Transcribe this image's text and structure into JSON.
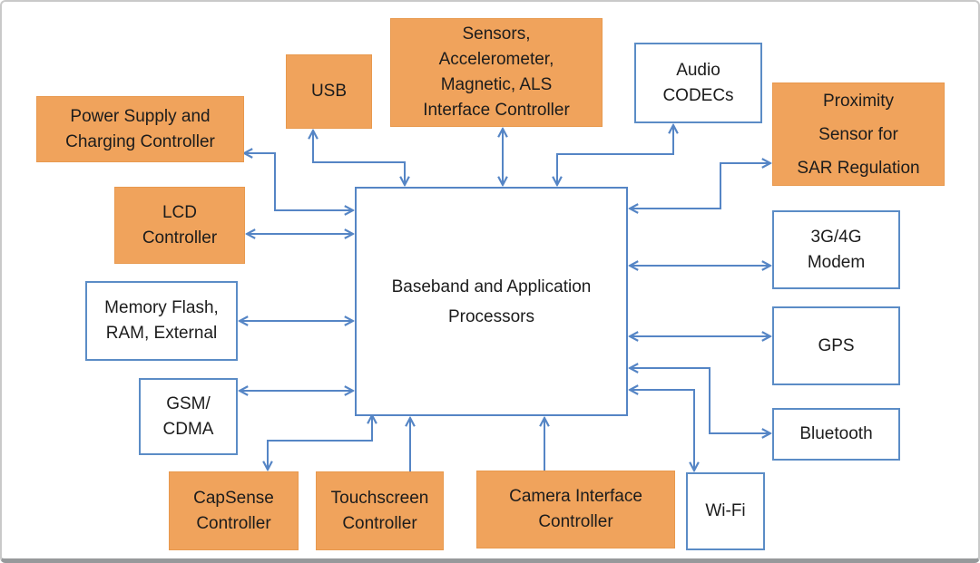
{
  "diagram": {
    "type": "block-diagram",
    "subject": "smartphone baseband and application processor system",
    "colors": {
      "block_fill_orange": "#F0A35C",
      "connector_blue": "#5585C5",
      "outline_box_border_blue": "#5B8CC6",
      "text": "#1C1C1C",
      "frame_gray": "#C9C9C9",
      "frame_bottom_gray": "#97999B"
    },
    "central_block": {
      "id": "baseband",
      "label_lines": [
        "Baseband and Application",
        "Processors"
      ]
    },
    "blocks": [
      {
        "id": "power-supply",
        "style": "orange",
        "label_lines": [
          "Power Supply and",
          "Charging Controller"
        ]
      },
      {
        "id": "lcd",
        "style": "orange",
        "label_lines": [
          "LCD",
          "Controller"
        ]
      },
      {
        "id": "memory",
        "style": "outline",
        "label_lines": [
          "Memory Flash,",
          "RAM, External"
        ]
      },
      {
        "id": "gsm-cdma",
        "style": "outline",
        "label_lines": [
          "GSM/",
          "CDMA"
        ]
      },
      {
        "id": "usb",
        "style": "orange",
        "label_lines": [
          "USB"
        ]
      },
      {
        "id": "sensors",
        "style": "orange",
        "label_lines": [
          "Sensors,",
          "Accelerometer,",
          "Magnetic, ALS",
          "Interface Controller"
        ]
      },
      {
        "id": "audio-codecs",
        "style": "outline",
        "label_lines": [
          "Audio",
          "CODECs"
        ]
      },
      {
        "id": "proximity",
        "style": "orange",
        "label_lines": [
          "Proximity",
          "Sensor for",
          "SAR Regulation"
        ]
      },
      {
        "id": "modem-3g-4g",
        "style": "outline",
        "label_lines": [
          "3G/4G",
          "Modem"
        ]
      },
      {
        "id": "gps",
        "style": "outline",
        "label_lines": [
          "GPS"
        ]
      },
      {
        "id": "bluetooth",
        "style": "outline",
        "label_lines": [
          "Bluetooth"
        ]
      },
      {
        "id": "wifi",
        "style": "outline",
        "label_lines": [
          "Wi-Fi"
        ]
      },
      {
        "id": "capsense",
        "style": "orange",
        "label_lines": [
          "CapSense",
          "Controller"
        ]
      },
      {
        "id": "touchscreen",
        "style": "orange",
        "label_lines": [
          "Touchscreen",
          "Controller"
        ]
      },
      {
        "id": "camera",
        "style": "orange",
        "label_lines": [
          "Camera Interface",
          "Controller"
        ]
      }
    ],
    "connections": [
      {
        "from": "baseband",
        "to": "power-supply",
        "direction": "both"
      },
      {
        "from": "baseband",
        "to": "lcd",
        "direction": "both"
      },
      {
        "from": "baseband",
        "to": "memory",
        "direction": "both"
      },
      {
        "from": "baseband",
        "to": "gsm-cdma",
        "direction": "both"
      },
      {
        "from": "baseband",
        "to": "usb",
        "direction": "both"
      },
      {
        "from": "baseband",
        "to": "sensors",
        "direction": "both"
      },
      {
        "from": "baseband",
        "to": "audio-codecs",
        "direction": "both"
      },
      {
        "from": "baseband",
        "to": "proximity",
        "direction": "both"
      },
      {
        "from": "baseband",
        "to": "modem-3g-4g",
        "direction": "both"
      },
      {
        "from": "baseband",
        "to": "gps",
        "direction": "both"
      },
      {
        "from": "baseband",
        "to": "bluetooth",
        "direction": "both"
      },
      {
        "from": "baseband",
        "to": "wifi",
        "direction": "both"
      },
      {
        "from": "baseband",
        "to": "capsense",
        "direction": "both"
      },
      {
        "from": "touchscreen",
        "to": "baseband",
        "direction": "to-baseband"
      },
      {
        "from": "camera",
        "to": "baseband",
        "direction": "to-baseband"
      }
    ]
  }
}
